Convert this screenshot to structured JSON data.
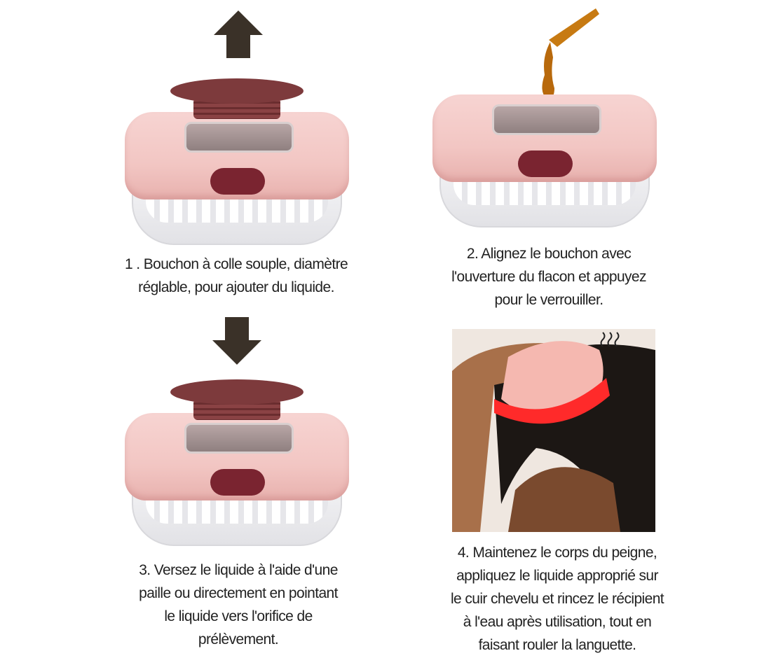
{
  "steps": [
    {
      "lines": [
        "1 . Bouchon à colle souple, diamètre",
        "réglable, pour ajouter du liquide."
      ]
    },
    {
      "lines": [
        "2. Alignez le bouchon avec",
        "l'ouverture du flacon et appuyez",
        "pour le verrouiller."
      ]
    },
    {
      "lines": [
        "3. Versez le liquide à l'aide d'une",
        "paille ou directement en pointant",
        "le liquide vers l'orifice de",
        "prélèvement."
      ]
    },
    {
      "lines": [
        "4. Maintenez le corps du peigne,",
        "appliquez le liquide approprié sur",
        "le cuir chevelu et rincez le récipient",
        "à l'eau après utilisation, tout en",
        "faisant rouler la languette."
      ]
    }
  ],
  "colors": {
    "body": "#f2c6c3",
    "button": "#7a2430",
    "cap": "#7d3a3c",
    "arrow": "#3a3128",
    "oil": "#c77a12",
    "teeth_red": "#ff2a2a"
  }
}
